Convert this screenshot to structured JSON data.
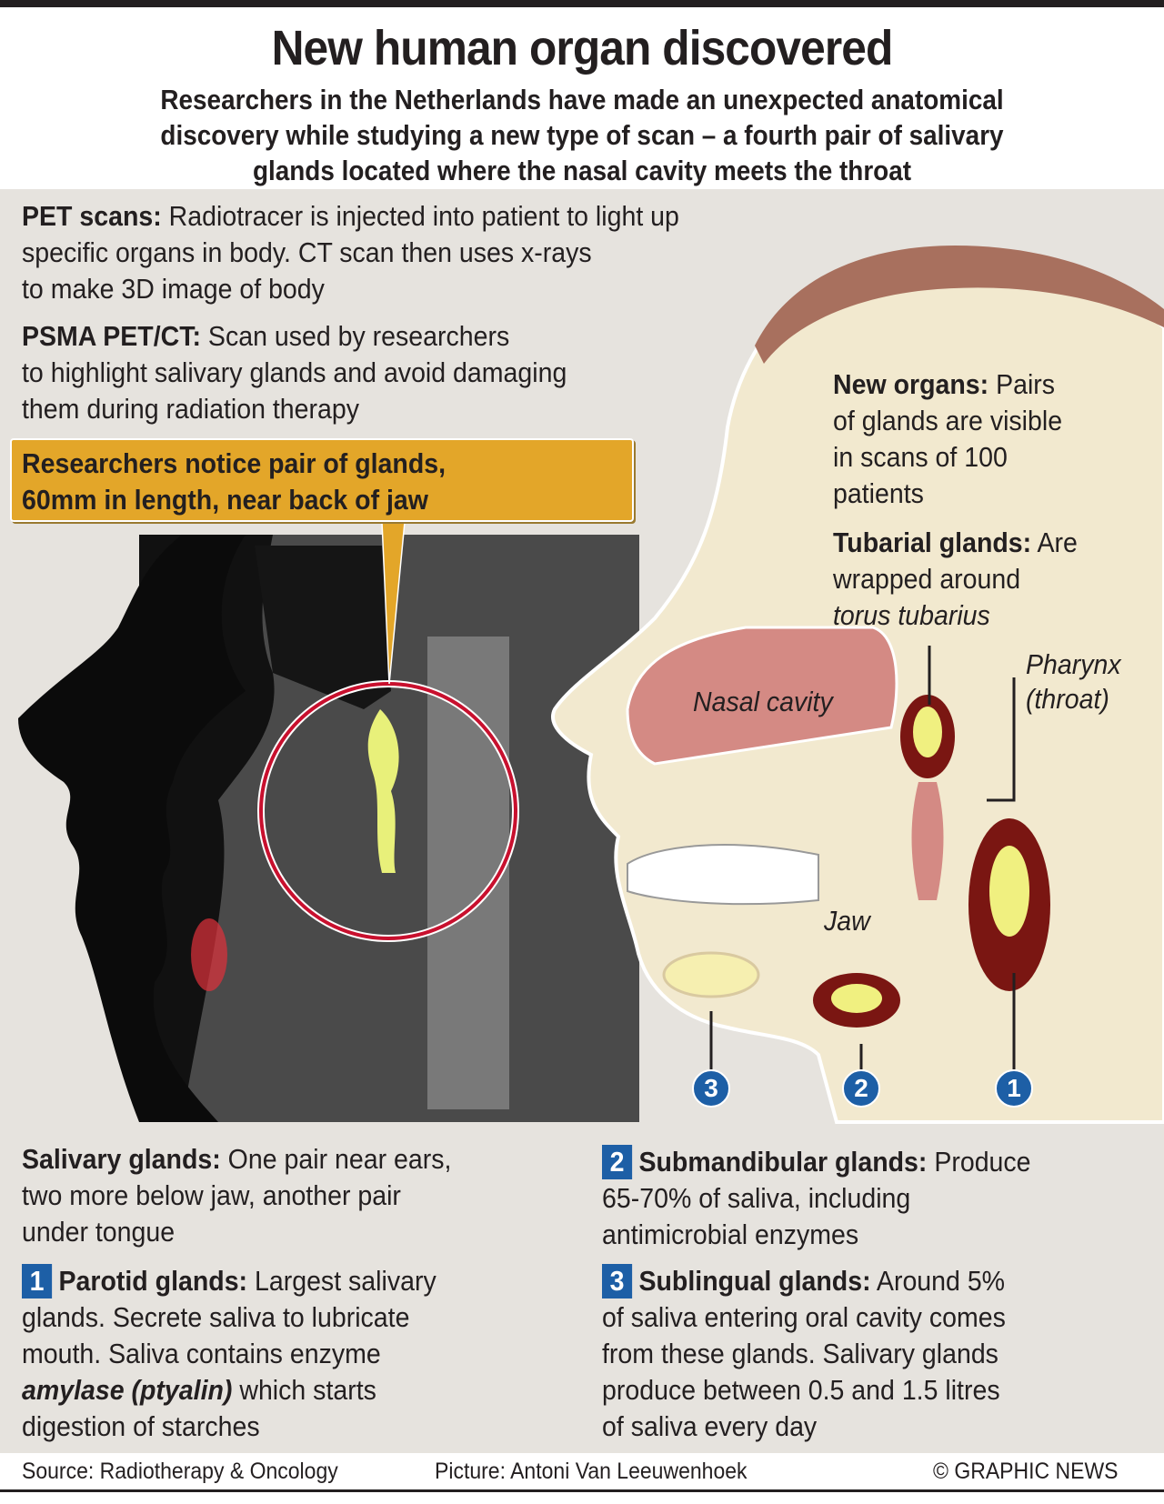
{
  "header": {
    "title": "New human organ discovered",
    "subtitle_lines": [
      "Researchers in the Netherlands have made an unexpected anatomical",
      "discovery while studying a new type of scan – a fourth pair of salivary",
      "glands located where the nasal cavity meets the throat"
    ]
  },
  "pet": {
    "term": "PET scans:",
    "lines": [
      " Radiotracer is injected into patient to light up",
      "specific organs in body. CT scan then uses x-rays",
      "to make 3D image of body"
    ]
  },
  "psma": {
    "term": "PSMA PET/CT:",
    "lines": [
      " Scan used by researchers",
      "to highlight salivary glands and avoid damaging",
      "them during radiation therapy"
    ]
  },
  "callout": {
    "lines": [
      "Researchers notice pair of glands,",
      "60mm in length, near back of jaw"
    ]
  },
  "new_organs": {
    "term": "New organs:",
    "lines": [
      " Pairs",
      "of glands are visible",
      "in scans of 100",
      "patients"
    ]
  },
  "tubarial": {
    "term": "Tubarial glands:",
    "lines": [
      " Are",
      "wrapped around",
      "torus tubarius"
    ]
  },
  "labels": {
    "nasal": "Nasal cavity",
    "pharynx": [
      "Pharynx",
      "(throat)"
    ],
    "jaw": "Jaw"
  },
  "badges": [
    "1",
    "2",
    "3"
  ],
  "salivary": {
    "term": "Salivary glands:",
    "lines": [
      " One pair near ears,",
      "two more below jaw, another pair",
      "under tongue"
    ]
  },
  "parotid": {
    "num": "1",
    "term": "Parotid glands:",
    "lines": [
      " Largest salivary",
      "glands. Secrete saliva to lubricate",
      "mouth. Saliva contains enzyme"
    ],
    "emph": "amylase (ptyalin)",
    "lines2": [
      " which starts",
      "digestion of starches"
    ]
  },
  "submandibular": {
    "num": "2",
    "term": "Submandibular glands:",
    "lines": [
      " Produce",
      "65-70% of saliva, including",
      "antimicrobial enzymes"
    ]
  },
  "sublingual": {
    "num": "3",
    "term": "Sublingual glands:",
    "lines": [
      " Around 5%",
      "of saliva entering oral cavity comes",
      "from these glands. Salivary glands",
      "produce between 0.5 and 1.5 litres",
      "of saliva every day"
    ]
  },
  "footer": {
    "source": "Source: Radiotherapy & Oncology",
    "picture": "Picture: Antoni Van Leeuwenhoek",
    "credit": "© GRAPHIC NEWS"
  },
  "colors": {
    "accent": "#e3a629",
    "badge": "#1d5fa6",
    "circle": "#c8102e",
    "panel": "#e6e3de"
  }
}
